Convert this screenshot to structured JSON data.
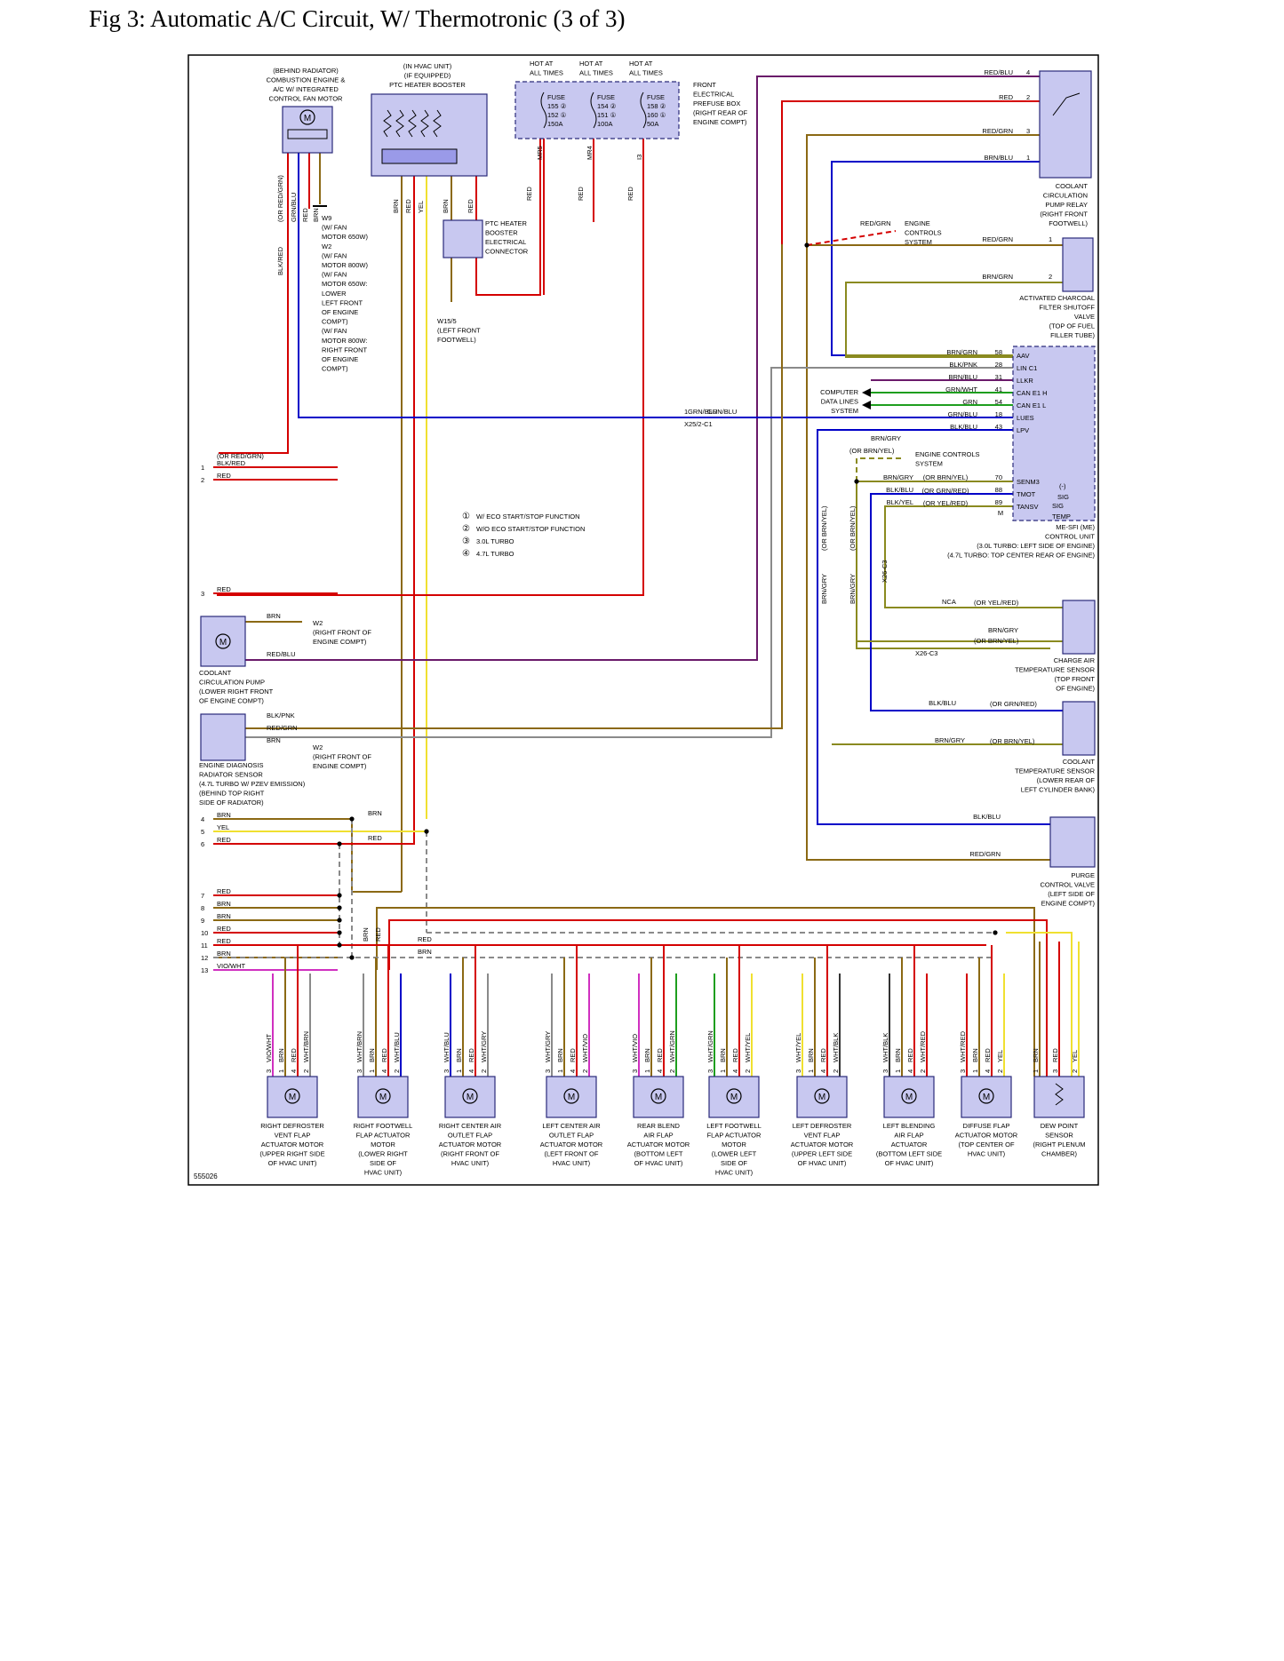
{
  "figure": {
    "title": "Fig 3: Automatic A/C Circuit, W/ Thermotronic (3 of 3)",
    "diagram_id": "555026"
  },
  "colors": {
    "frame": "#000000",
    "component_fill": "#c8c8f0",
    "component_stroke": "#2a2a7a",
    "red": "#d40000",
    "brown": "#8b6914",
    "yellow": "#f0e030",
    "violet": "#6a1a6a",
    "blue": "#0000c8",
    "green": "#1e9e1e",
    "gray": "#8a8a8a",
    "pink": "#d030c0",
    "olive": "#8a8a20"
  },
  "components": {
    "fan_motor": [
      "(BEHIND RADIATOR)",
      "COMBUSTION ENGINE &",
      "A/C W/ INTEGRATED",
      "CONTROL FAN MOTOR"
    ],
    "ptc_booster": [
      "(IN HVAC UNIT)",
      "(IF EQUIPPED)",
      "PTC HEATER BOOSTER"
    ],
    "ptc_connector": [
      "PTC HEATER",
      "BOOSTER",
      "ELECTRICAL",
      "CONNECTOR"
    ],
    "hot_at_all_times": [
      "HOT AT",
      "ALL TIMES"
    ],
    "prefuse_box": [
      "FRONT",
      "ELECTRICAL",
      "PREFUSE BOX",
      "(RIGHT REAR OF",
      "ENGINE COMPT)"
    ],
    "fuses": [
      {
        "label": "FUSE",
        "nums": "155 ②",
        "nums2": "152 ①",
        "rating": "150A"
      },
      {
        "label": "FUSE",
        "nums": "154 ②",
        "nums2": "151 ①",
        "rating": "100A"
      },
      {
        "label": "FUSE",
        "nums": "158 ②",
        "nums2": "160 ①",
        "rating": "50A"
      }
    ],
    "fuse_pins": [
      "MR5",
      "MR4",
      "I3"
    ],
    "pump_relay": [
      "COOLANT",
      "CIRCULATION",
      "PUMP RELAY",
      "(RIGHT FRONT",
      "FOOTWELL)"
    ],
    "charcoal_valve": [
      "ACTIVATED CHARCOAL",
      "FILTER SHUTOFF",
      "VALVE",
      "(TOP OF FUEL",
      "FILLER TUBE)"
    ],
    "ecu": [
      "ME-SFI (ME)",
      "CONTROL UNIT",
      "(3.0L TURBO: LEFT SIDE OF ENGINE)",
      "(4.7L TURBO: TOP CENTER REAR OF ENGINE)"
    ],
    "ecu_pins": [
      "AAV",
      "LIN C1",
      "LLKR",
      "CAN E1 H",
      "CAN E1 L",
      "LUES",
      "LPV"
    ],
    "ecu_pins_lower": [
      "SENM3",
      "TMOT",
      "TANSV",
      "SIG",
      "SIG",
      "TEMP",
      "(-)",
      "M"
    ],
    "charge_air_sensor": [
      "CHARGE AIR",
      "TEMPERATURE SENSOR",
      "(TOP FRONT",
      "OF ENGINE)"
    ],
    "coolant_temp_sensor": [
      "COOLANT",
      "TEMPERATURE SENSOR",
      "(LOWER REAR OF",
      "LEFT CYLINDER BANK)"
    ],
    "purge_valve": [
      "PURGE",
      "CONTROL VALVE",
      "(LEFT SIDE OF",
      "ENGINE COMPT)"
    ],
    "coolant_pump": [
      "COOLANT",
      "CIRCULATION PUMP",
      "(LOWER RIGHT FRONT",
      "OF ENGINE COMPT)"
    ],
    "diag_sensor": [
      "ENGINE DIAGNOSIS",
      "RADIATOR SENSOR",
      "(4.7L TURBO W/ PZEV EMISSION)",
      "(BEHIND TOP RIGHT",
      "SIDE OF RADIATOR)"
    ],
    "fan_ground_note": [
      "W9",
      "(W/ FAN",
      "MOTOR 650W)",
      "W2",
      "(W/ FAN",
      "MOTOR 800W)",
      "(W/ FAN",
      "MOTOR 650W:",
      "LOWER",
      "LEFT FRONT",
      "OF ENGINE",
      "COMPT)",
      "(W/ FAN",
      "MOTOR 800W:",
      "RIGHT FRONT",
      "OF ENGINE",
      "COMPT)"
    ],
    "w15_ground": [
      "W15/5",
      "(LEFT FRONT",
      "FOOTWELL)"
    ],
    "w2_ground": [
      "W2",
      "(RIGHT FRONT OF",
      "ENGINE COMPT)"
    ],
    "engine_controls": [
      "ENGINE",
      "CONTROLS",
      "SYSTEM"
    ],
    "engine_controls_2": [
      "ENGINE CONTROLS",
      "SYSTEM"
    ],
    "computer_data": [
      "COMPUTER",
      "DATA LINES",
      "SYSTEM"
    ],
    "connector_x25": "X25/2-C1",
    "connector_x26": "X26-C3",
    "nca": "NCA"
  },
  "legend": [
    {
      "num": "①",
      "text": "W/ ECO START/STOP FUNCTION"
    },
    {
      "num": "②",
      "text": "W/O ECO START/STOP FUNCTION"
    },
    {
      "num": "③",
      "text": "3.0L TURBO"
    },
    {
      "num": "④",
      "text": "4.7L TURBO"
    }
  ],
  "left_terminals": [
    {
      "num": "1",
      "wire": "BLK/RED"
    },
    {
      "num": "2",
      "wire": "RED"
    },
    {
      "num": "3",
      "wire": "RED"
    },
    {
      "num": "4",
      "wire": "BRN"
    },
    {
      "num": "5",
      "wire": "YEL"
    },
    {
      "num": "6",
      "wire": "RED"
    },
    {
      "num": "7",
      "wire": "RED"
    },
    {
      "num": "8",
      "wire": "BRN"
    },
    {
      "num": "9",
      "wire": "BRN"
    },
    {
      "num": "10",
      "wire": "RED"
    },
    {
      "num": "11",
      "wire": "RED"
    },
    {
      "num": "12",
      "wire": "BRN"
    },
    {
      "num": "13",
      "wire": "VIO/WHT"
    }
  ],
  "right_wires": [
    {
      "label": "RED/BLU",
      "pin": "4"
    },
    {
      "label": "RED",
      "pin": "2"
    },
    {
      "label": "RED/GRN",
      "pin": "3"
    },
    {
      "label": "BRN/BLU",
      "pin": "1"
    },
    {
      "label": "RED/GRN",
      "pin": "1"
    },
    {
      "label": "BRN/GRN",
      "pin": "2"
    },
    {
      "label": "BRN/GRN",
      "pin": "58"
    },
    {
      "label": "BLK/PNK",
      "pin": "28"
    },
    {
      "label": "BRN/BLU",
      "pin": "31"
    },
    {
      "label": "GRN/WHT",
      "pin": "41"
    },
    {
      "label": "GRN",
      "pin": "54"
    },
    {
      "label": "GRN/BLU",
      "pin": "18"
    },
    {
      "label": "BLK/BLU",
      "pin": "43"
    },
    {
      "label": "BRN/GRY",
      "pin": "70"
    },
    {
      "label": "BLK/BLU",
      "pin": "88"
    },
    {
      "label": "BLK/YEL",
      "pin": "89"
    }
  ],
  "actuators": [
    {
      "name": [
        "RIGHT DEFROSTER",
        "VENT FLAP",
        "ACTUATOR MOTOR",
        "(UPPER RIGHT SIDE",
        "OF HVAC UNIT)"
      ],
      "wires": [
        "VIO/WHT",
        "BRN",
        "RED",
        "WHT/BRN"
      ],
      "pins": [
        "3",
        "1",
        "4",
        "2"
      ]
    },
    {
      "name": [
        "RIGHT FOOTWELL",
        "FLAP ACTUATOR",
        "MOTOR",
        "(LOWER RIGHT",
        "SIDE OF",
        "HVAC UNIT)"
      ],
      "wires": [
        "WHT/BRN",
        "BRN",
        "RED",
        "WHT/BLU"
      ],
      "pins": [
        "3",
        "1",
        "4",
        "2"
      ]
    },
    {
      "name": [
        "RIGHT CENTER AIR",
        "OUTLET FLAP",
        "ACTUATOR MOTOR",
        "(RIGHT FRONT OF",
        "HVAC UNIT)"
      ],
      "wires": [
        "WHT/BLU",
        "BRN",
        "RED",
        "WHT/GRY"
      ],
      "pins": [
        "3",
        "1",
        "4",
        "2"
      ]
    },
    {
      "name": [
        "LEFT CENTER AIR",
        "OUTLET FLAP",
        "ACTUATOR MOTOR",
        "(LEFT FRONT OF",
        "HVAC UNIT)"
      ],
      "wires": [
        "WHT/GRY",
        "BRN",
        "RED",
        "WHT/VIO"
      ],
      "pins": [
        "3",
        "1",
        "4",
        "2"
      ]
    },
    {
      "name": [
        "REAR BLEND",
        "AIR FLAP",
        "ACTUATOR MOTOR",
        "(BOTTOM LEFT",
        "OF HVAC UNIT)"
      ],
      "wires": [
        "WHT/VIO",
        "BRN",
        "RED",
        "WHT/GRN"
      ],
      "pins": [
        "3",
        "1",
        "4",
        "2"
      ]
    },
    {
      "name": [
        "LEFT FOOTWELL",
        "FLAP ACTUATOR",
        "MOTOR",
        "(LOWER LEFT",
        "SIDE OF",
        "HVAC UNIT)"
      ],
      "wires": [
        "WHT/GRN",
        "BRN",
        "RED",
        "WHT/YEL"
      ],
      "pins": [
        "3",
        "1",
        "4",
        "2"
      ]
    },
    {
      "name": [
        "LEFT DEFROSTER",
        "VENT FLAP",
        "ACTUATOR MOTOR",
        "(UPPER LEFT SIDE",
        "OF HVAC UNIT)"
      ],
      "wires": [
        "WHT/YEL",
        "BRN",
        "RED",
        "WHT/BLK"
      ],
      "pins": [
        "3",
        "1",
        "4",
        "2"
      ]
    },
    {
      "name": [
        "LEFT BLENDING",
        "AIR FLAP",
        "ACTUATOR",
        "(BOTTOM LEFT SIDE",
        "OF HVAC UNIT)"
      ],
      "wires": [
        "WHT/BLK",
        "BRN",
        "RED",
        "WHT/RED"
      ],
      "pins": [
        "3",
        "1",
        "4",
        "2"
      ]
    },
    {
      "name": [
        "DIFFUSE FLAP",
        "ACTUATOR MOTOR",
        "(TOP CENTER OF",
        "HVAC UNIT)"
      ],
      "wires": [
        "WHT/RED",
        "BRN",
        "RED",
        "YEL"
      ],
      "pins": [
        "3",
        "1",
        "4",
        "2"
      ]
    },
    {
      "name": [
        "DEW POINT",
        "SENSOR",
        "(RIGHT PLENUM",
        "CHAMBER)"
      ],
      "wires": [
        "BRN",
        "RED",
        "YEL"
      ],
      "pins": [
        "1",
        "3",
        "2"
      ]
    }
  ]
}
